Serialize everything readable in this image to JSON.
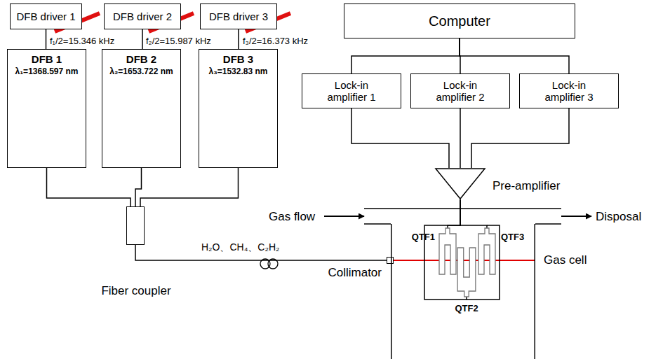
{
  "diagram": {
    "nodes": [
      {
        "text": [
          "DFB driver 1"
        ]
      },
      {
        "text": [
          "DFB driver 2"
        ]
      },
      {
        "text": [
          "DFB driver 3"
        ]
      },
      {
        "text": [
          "DFB 1",
          "λ₁=1368.597 nm"
        ]
      },
      {
        "text": [
          "DFB 2",
          "λ₂=1653.722 nm"
        ]
      },
      {
        "text": [
          "DFB 3",
          "λ₃=1532.83 nm"
        ]
      },
      {
        "text": [
          "Computer"
        ]
      },
      {
        "text": [
          "Lock-in amplifier 1"
        ]
      },
      {
        "text": [
          "Lock-in amplifier 2"
        ]
      },
      {
        "text": [
          "Lock-in amplifier 3"
        ]
      },
      {
        "text": [
          "Pre-amplifier"
        ]
      },
      {
        "text": [
          "Fiber coupler"
        ]
      },
      {
        "text": [
          "Collimator"
        ]
      },
      {
        "text": [
          "Gas cell"
        ]
      },
      {
        "text": [
          "QTF1"
        ],
        "in": 13
      },
      {
        "text": [
          "QTF2"
        ],
        "in": 13
      },
      {
        "text": [
          "QTF3"
        ],
        "in": 13
      }
    ],
    "edges": [
      {
        "from": 0,
        "to": 3,
        "arrow": "none"
      },
      {
        "from": 1,
        "to": 4,
        "arrow": "none"
      },
      {
        "from": 2,
        "to": 5,
        "arrow": "none"
      },
      {
        "from": 3,
        "to": 11,
        "arrow": "none"
      },
      {
        "from": 4,
        "to": 11,
        "arrow": "none"
      },
      {
        "from": 5,
        "to": 11,
        "arrow": "none"
      },
      {
        "from": 11,
        "to": 12,
        "arrow": "none"
      },
      {
        "from": 6,
        "to": 7,
        "arrow": "none"
      },
      {
        "from": 6,
        "to": 8,
        "arrow": "none"
      },
      {
        "from": 6,
        "to": 9,
        "arrow": "none"
      },
      {
        "from": 7,
        "to": 10,
        "arrow": "none"
      },
      {
        "from": 8,
        "to": 10,
        "arrow": "none"
      },
      {
        "from": 9,
        "to": 10,
        "arrow": "none"
      },
      {
        "from": 10,
        "to": 14,
        "arrow": "none"
      },
      {
        "from": 10,
        "to": 15,
        "arrow": "none"
      },
      {
        "from": 10,
        "to": 16,
        "arrow": "none"
      }
    ],
    "labels": [
      "f₁/2=15.346 kHz",
      "f₂/2=15.987 kHz",
      "f₃/2=16.373 kHz",
      "H₂O、CH₄、C₂H₂",
      "Gas flow",
      "Disposal"
    ]
  }
}
